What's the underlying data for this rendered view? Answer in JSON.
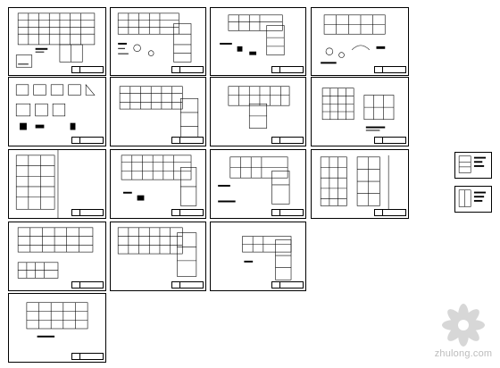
{
  "canvas": {
    "background": "#ffffff",
    "line_color": "#000000"
  },
  "sheets": [
    {
      "id": "sheet-1",
      "kind": "floor-plan"
    },
    {
      "id": "sheet-2",
      "kind": "l-shaped-plan"
    },
    {
      "id": "sheet-3",
      "kind": "l-shaped-plan"
    },
    {
      "id": "sheet-4",
      "kind": "details"
    },
    {
      "id": "sheet-5",
      "kind": "details"
    },
    {
      "id": "sheet-6",
      "kind": "l-shaped-plan"
    },
    {
      "id": "sheet-7",
      "kind": "l-shaped-plan"
    },
    {
      "id": "sheet-8",
      "kind": "grid-plan"
    },
    {
      "id": "sheet-9",
      "kind": "partial-plan"
    },
    {
      "id": "sheet-10",
      "kind": "l-shaped-plan"
    },
    {
      "id": "sheet-11",
      "kind": "l-shaped-plan"
    },
    {
      "id": "sheet-12",
      "kind": "grid-plan"
    },
    {
      "id": "sheet-13",
      "kind": "floor-plan"
    },
    {
      "id": "sheet-14",
      "kind": "l-shaped-plan"
    },
    {
      "id": "sheet-15",
      "kind": "l-shaped-plan"
    },
    {
      "id": "sheet-16",
      "kind": "floor-plan"
    },
    {
      "id": "sheet-17",
      "kind": "small-sheet"
    },
    {
      "id": "sheet-18",
      "kind": "small-sheet"
    }
  ],
  "watermark": {
    "text": "zhulong.com",
    "icon": "zhulong-flower-logo-icon",
    "color": "#bcbcbc"
  }
}
